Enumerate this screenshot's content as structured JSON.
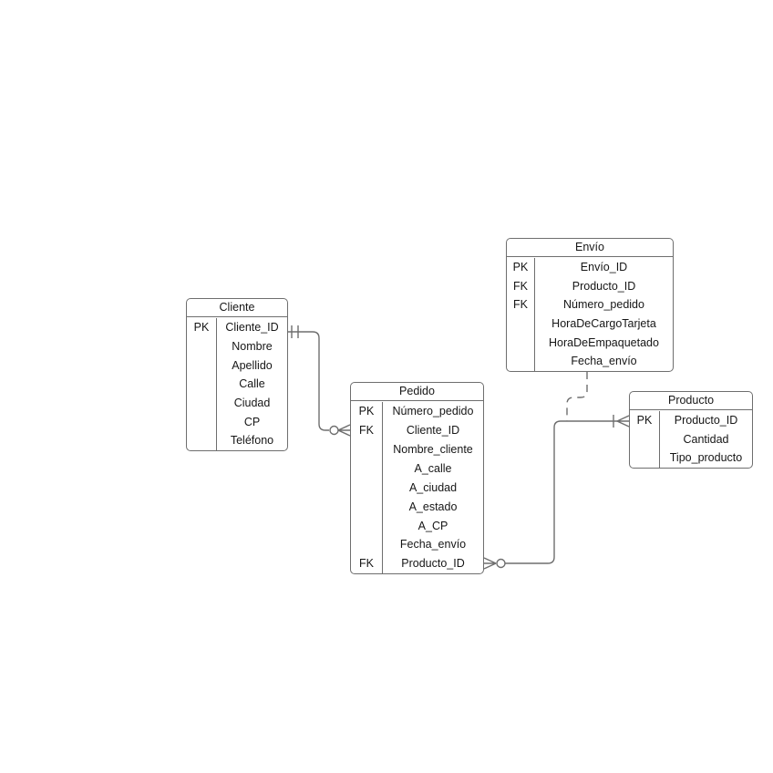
{
  "diagram": {
    "background_color": "#ffffff",
    "stroke_color": "#6e6e6e",
    "text_color": "#161616",
    "entities": [
      {
        "id": "cliente",
        "title": "Cliente",
        "rows": [
          {
            "key": "PK",
            "field": "Cliente_ID"
          },
          {
            "key": "",
            "field": "Nombre"
          },
          {
            "key": "",
            "field": "Apellido"
          },
          {
            "key": "",
            "field": "Calle"
          },
          {
            "key": "",
            "field": "Ciudad"
          },
          {
            "key": "",
            "field": "CP"
          },
          {
            "key": "",
            "field": "Teléfono"
          }
        ]
      },
      {
        "id": "pedido",
        "title": "Pedido",
        "rows": [
          {
            "key": "PK",
            "field": "Número_pedido"
          },
          {
            "key": "FK",
            "field": "Cliente_ID"
          },
          {
            "key": "",
            "field": "Nombre_cliente"
          },
          {
            "key": "",
            "field": "A_calle"
          },
          {
            "key": "",
            "field": "A_ciudad"
          },
          {
            "key": "",
            "field": "A_estado"
          },
          {
            "key": "",
            "field": "A_CP"
          },
          {
            "key": "",
            "field": "Fecha_envío"
          },
          {
            "key": "FK",
            "field": "Producto_ID"
          }
        ]
      },
      {
        "id": "envio",
        "title": "Envío",
        "rows": [
          {
            "key": "PK",
            "field": "Envío_ID"
          },
          {
            "key": "FK",
            "field": "Producto_ID"
          },
          {
            "key": "FK",
            "field": "Número_pedido"
          },
          {
            "key": "",
            "field": "HoraDeCargoTarjeta"
          },
          {
            "key": "",
            "field": "HoraDeEmpaquetado"
          },
          {
            "key": "",
            "field": "Fecha_envío"
          }
        ]
      },
      {
        "id": "producto",
        "title": "Producto",
        "rows": [
          {
            "key": "PK",
            "field": "Producto_ID"
          },
          {
            "key": "",
            "field": "Cantidad"
          },
          {
            "key": "",
            "field": "Tipo_producto"
          }
        ]
      }
    ],
    "relationships": [
      {
        "id": "cliente-pedido",
        "from": "Cliente",
        "to": "Pedido",
        "from_cardinality": "exactly-one",
        "to_cardinality": "zero-or-many",
        "line": "solid"
      },
      {
        "id": "pedido-producto",
        "from": "Pedido",
        "to": "Producto",
        "from_cardinality": "zero-or-many",
        "to_cardinality": "one-or-many",
        "line": "solid"
      },
      {
        "id": "envio-producto",
        "from": "Envío",
        "to": "Producto",
        "from_cardinality": "none",
        "to_cardinality": "none",
        "line": "dashed"
      }
    ]
  }
}
